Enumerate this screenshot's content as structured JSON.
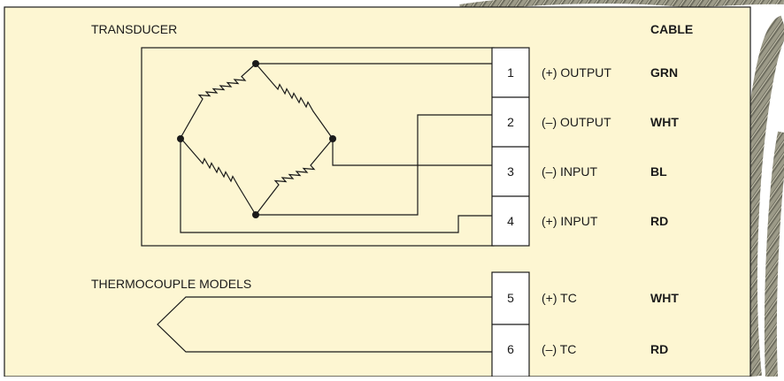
{
  "headers": {
    "transducer": "TRANSDUCER",
    "cable": "CABLE",
    "thermocouple": "THERMOCOUPLE MODELS"
  },
  "terminals": [
    {
      "pin": "1",
      "function": "(+) OUTPUT",
      "color": "GRN"
    },
    {
      "pin": "2",
      "function": "(–) OUTPUT",
      "color": "WHT"
    },
    {
      "pin": "3",
      "function": "(–) INPUT",
      "color": "BL"
    },
    {
      "pin": "4",
      "function": "(+) INPUT",
      "color": "RD"
    },
    {
      "pin": "5",
      "function": "(+) TC",
      "color": "WHT"
    },
    {
      "pin": "6",
      "function": "(–) TC",
      "color": "RD"
    }
  ],
  "colors": {
    "panel_background": "#fdf6d2",
    "line": "#1a1a1a",
    "cable_sheath": "#8d8c7c"
  }
}
